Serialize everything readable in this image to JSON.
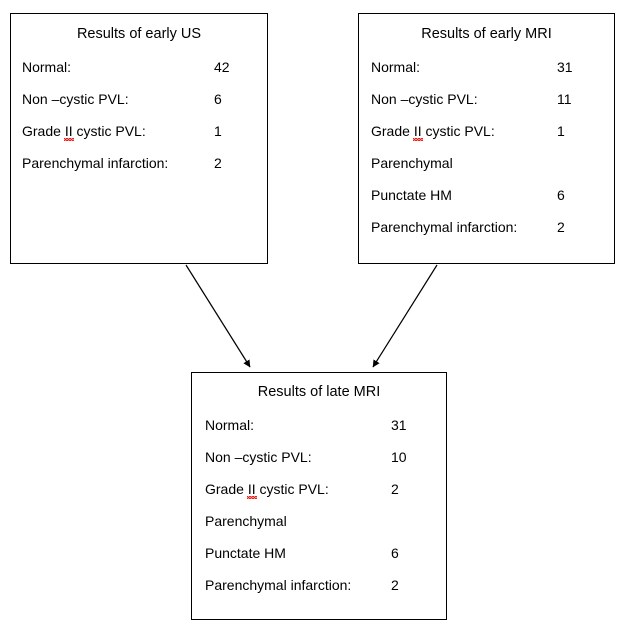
{
  "diagram": {
    "title": "Results of early US / early MRI / late MRI flow",
    "accent_color": "#000000",
    "spellcheck_color": "#e8221c",
    "boxes": [
      {
        "id": "early-us",
        "title": "Results of early US",
        "rows": [
          {
            "label": "Normal:",
            "value": "42"
          },
          {
            "label": "Non –cystic PVL:",
            "value": "6"
          },
          {
            "label_pre": "Grade ",
            "label_mark": "II",
            "label_post": " cystic PVL:",
            "value": "1"
          },
          {
            "label": "Parenchymal infarction:",
            "value": "2"
          }
        ]
      },
      {
        "id": "early-mri",
        "title": "Results of early MRI",
        "rows": [
          {
            "label": "Normal:",
            "value": "31"
          },
          {
            "label": "Non –cystic PVL:",
            "value": "11"
          },
          {
            "label_pre": "Grade ",
            "label_mark": "II",
            "label_post": " cystic PVL:",
            "value": "1"
          },
          {
            "label": "Parenchymal",
            "value": ""
          },
          {
            "label": "Punctate HM",
            "value": "6"
          },
          {
            "label": "Parenchymal infarction:",
            "value": "2"
          }
        ]
      },
      {
        "id": "late-mri",
        "title": "Results of late MRI",
        "rows": [
          {
            "label": "Normal:",
            "value": "31"
          },
          {
            "label": "Non –cystic PVL:",
            "value": "10"
          },
          {
            "label_pre": "Grade ",
            "label_mark": "II",
            "label_post": " cystic PVL:",
            "value": "2"
          },
          {
            "label": "Parenchymal",
            "value": ""
          },
          {
            "label": "Punctate HM",
            "value": "6"
          },
          {
            "label": "Parenchymal infarction:",
            "value": "2"
          }
        ]
      }
    ],
    "connectors": [
      {
        "id": "early-us-to-late-mri",
        "from": "early-us",
        "to": "late-mri"
      },
      {
        "id": "early-mri-to-late-mri",
        "from": "early-mri",
        "to": "late-mri"
      }
    ]
  }
}
